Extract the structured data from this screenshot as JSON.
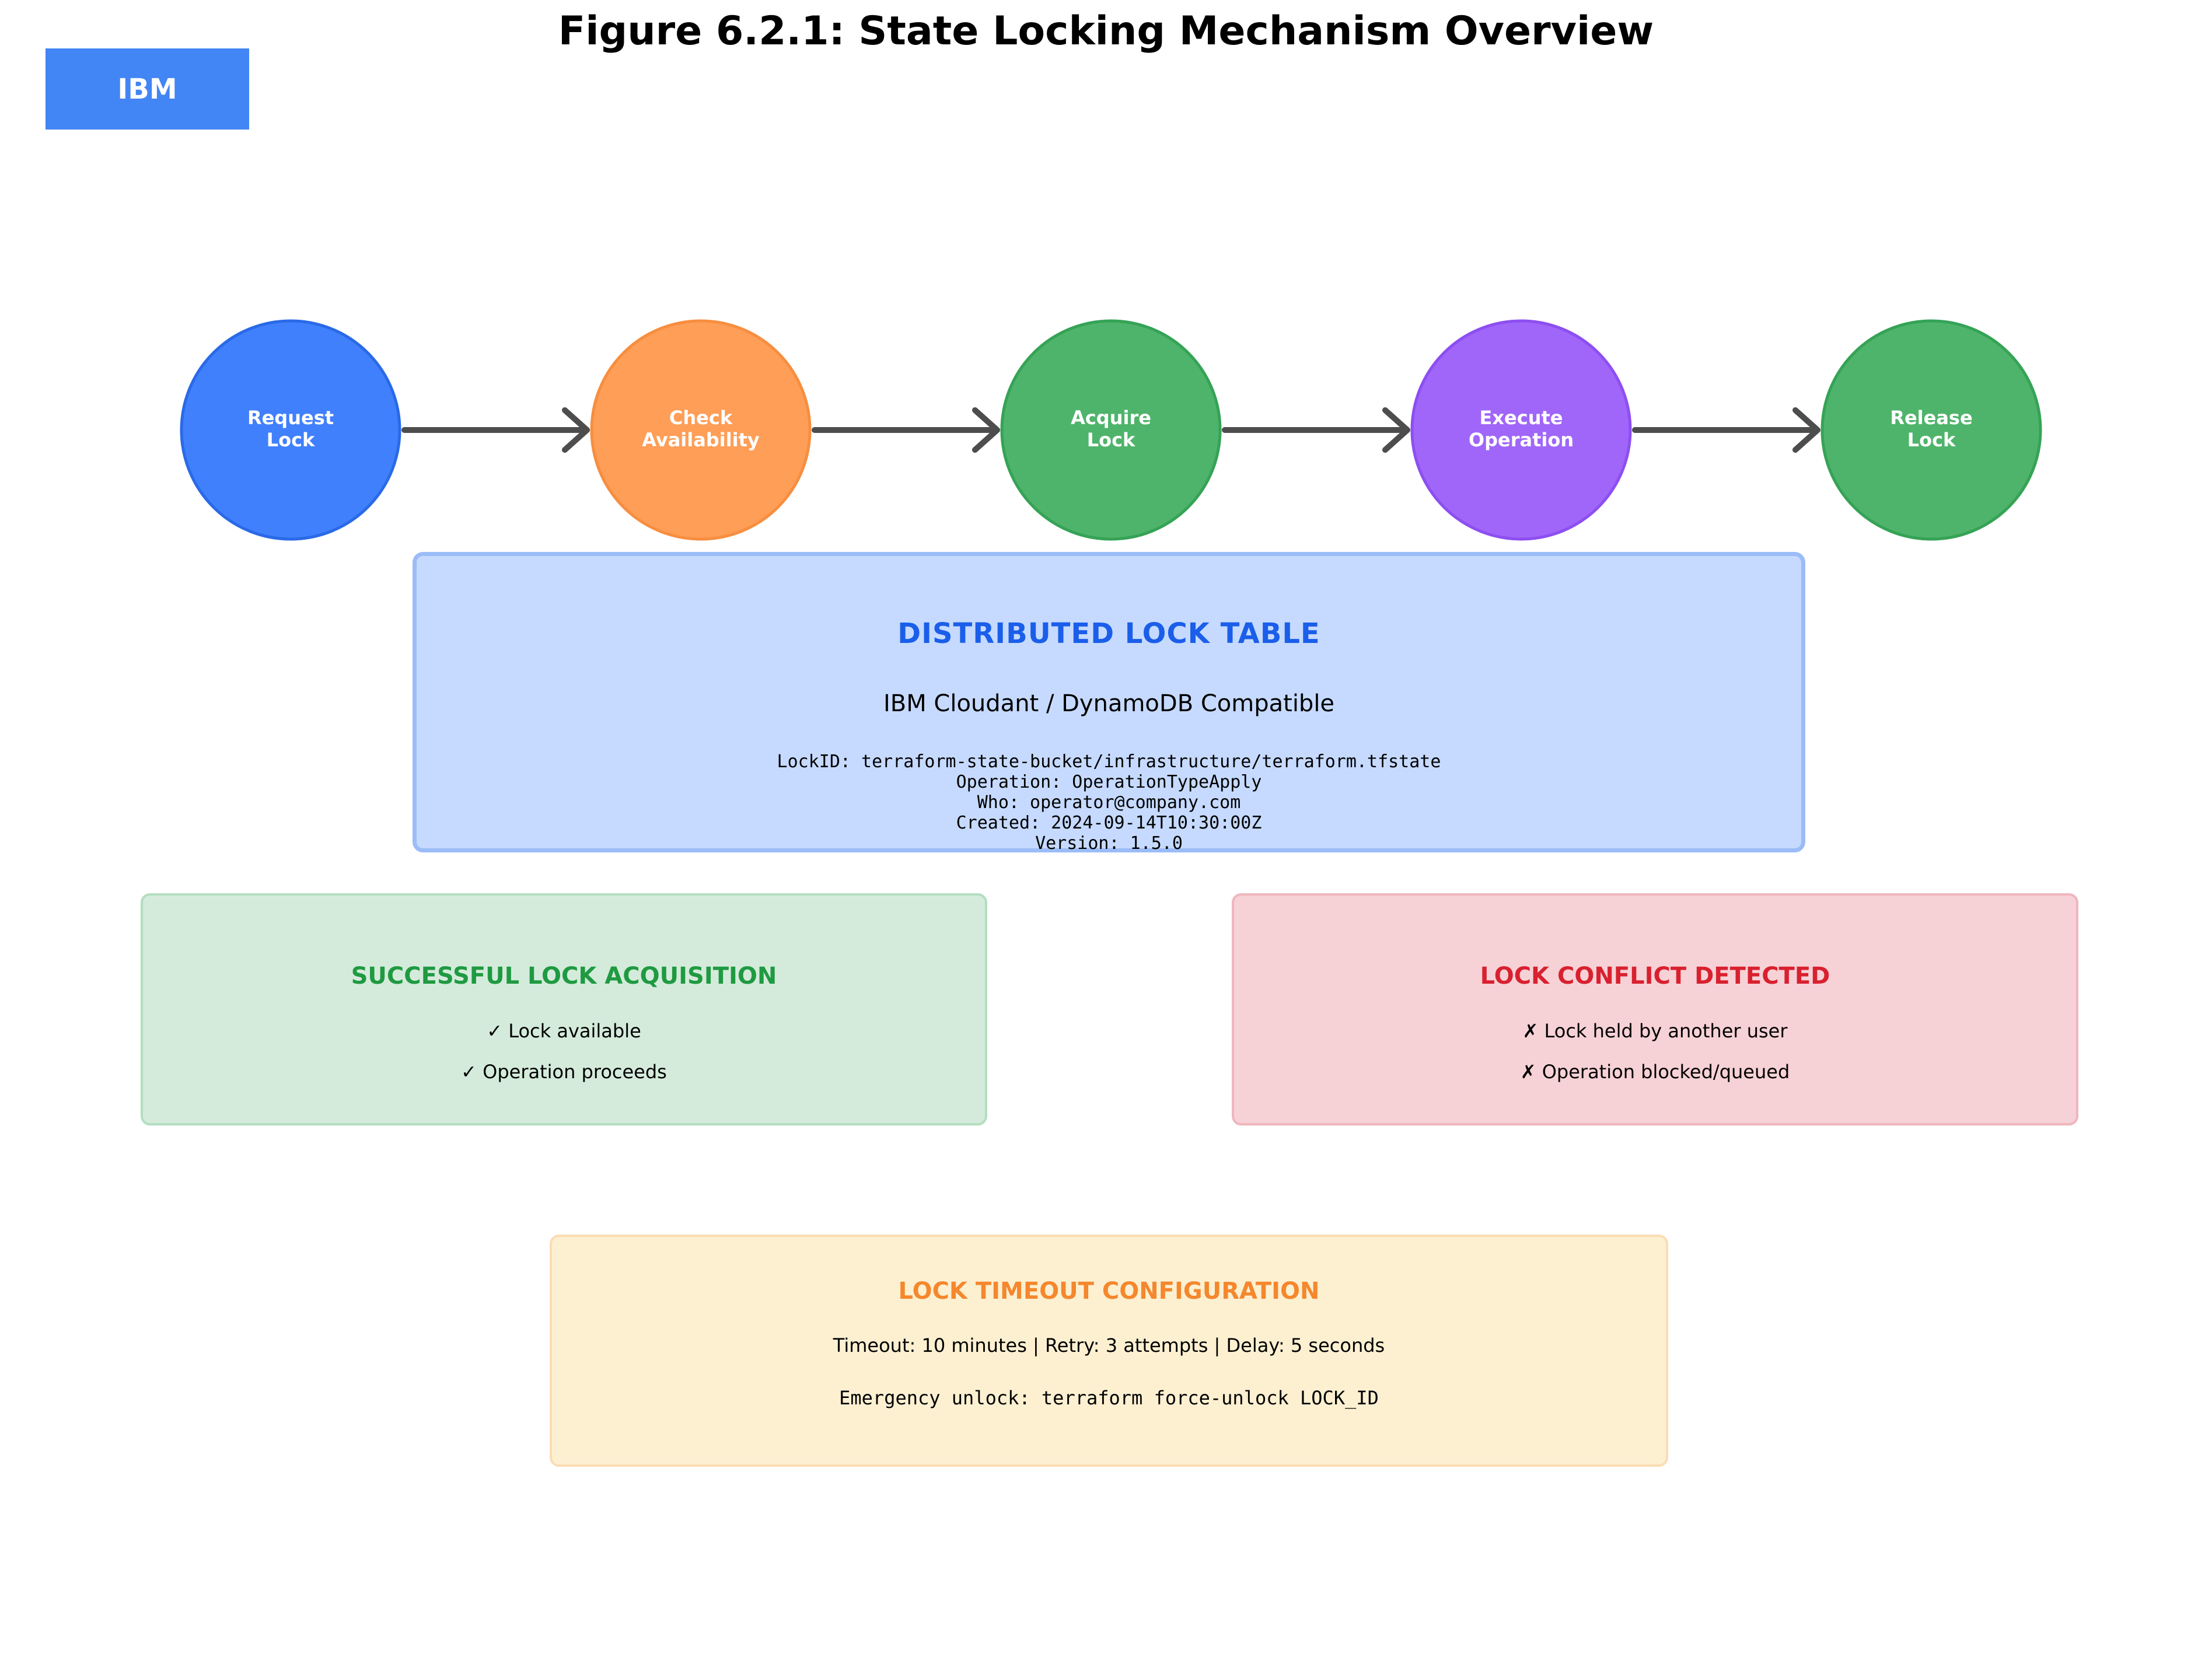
{
  "title": "Figure 6.2.1: State Locking Mechanism Overview",
  "logo": "IBM",
  "steps": [
    {
      "lines": [
        "Request",
        "Lock"
      ],
      "color": "#4080fc",
      "border": "#2a6ae8"
    },
    {
      "lines": [
        "Check",
        "Availability"
      ],
      "color": "#fe9e57",
      "border": "#f78e40"
    },
    {
      "lines": [
        "Acquire",
        "Lock"
      ],
      "color": "#4fb46b",
      "border": "#35a356"
    },
    {
      "lines": [
        "Execute",
        "Operation"
      ],
      "color": "#a066f9",
      "border": "#8d4ff0"
    },
    {
      "lines": [
        "Release",
        "Lock"
      ],
      "color": "#4fb46b",
      "border": "#35a356"
    }
  ],
  "lock_table": {
    "heading": "DISTRIBUTED LOCK TABLE",
    "subtitle": "IBM Cloudant / DynamoDB Compatible",
    "lock_id": "LockID: terraform-state-bucket/infrastructure/terraform.tfstate",
    "operation": "Operation: OperationTypeApply",
    "who": "Who: operator@company.com",
    "created": "Created: 2024-09-14T10:30:00Z",
    "version": "Version: 1.5.0"
  },
  "success": {
    "heading": "SUCCESSFUL LOCK ACQUISITION",
    "line1": "✓ Lock available",
    "line2": "✓ Operation proceeds"
  },
  "conflict": {
    "heading": "LOCK CONFLICT DETECTED",
    "line1": "✗ Lock held by another user",
    "line2": "✗ Operation blocked/queued"
  },
  "timeout": {
    "heading": "LOCK TIMEOUT CONFIGURATION",
    "settings": "Timeout: 10 minutes | Retry: 3 attempts | Delay: 5 seconds",
    "emergency": "Emergency unlock: terraform force-unlock LOCK_ID"
  },
  "arrow_color": "#4d4d4d"
}
